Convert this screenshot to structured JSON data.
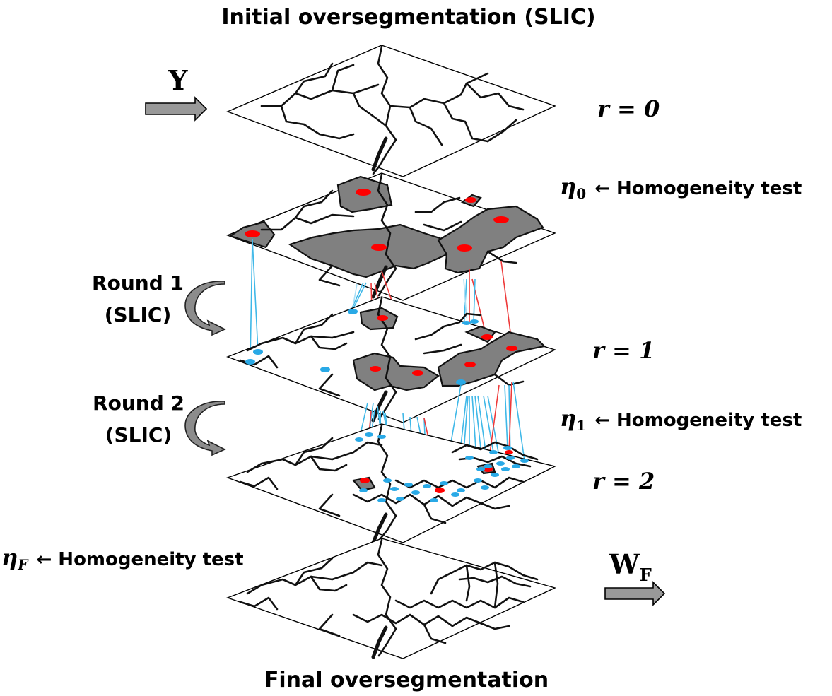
{
  "title": "Initial oversegmentation (SLIC)",
  "footer": "Final oversegmentation",
  "input_symbol": "Y",
  "output_symbol": {
    "main": "W",
    "sub": "F"
  },
  "levels": [
    {
      "var": "r",
      "eq": " = 0"
    },
    {
      "var": "r",
      "eq": " = 1"
    },
    {
      "var": "r",
      "eq": " = 2"
    }
  ],
  "tests": [
    {
      "sym": "η",
      "sub": "0",
      "text": "← Homogeneity test"
    },
    {
      "sym": "η",
      "sub": "1",
      "text": "← Homogeneity test"
    },
    {
      "sym": "η",
      "sub": "F",
      "text": "← Homogeneity test"
    }
  ],
  "rounds": [
    {
      "line1": "Round 1",
      "line2": "(SLIC)"
    },
    {
      "line1": "Round 2",
      "line2": "(SLIC)"
    }
  ],
  "colors": {
    "homogeneous_region": "#808080",
    "red_seed": "#ff0000",
    "blue_seed": "#29a9e6",
    "red_link": "#ee3a3a",
    "blue_link": "#3fb8e8"
  }
}
